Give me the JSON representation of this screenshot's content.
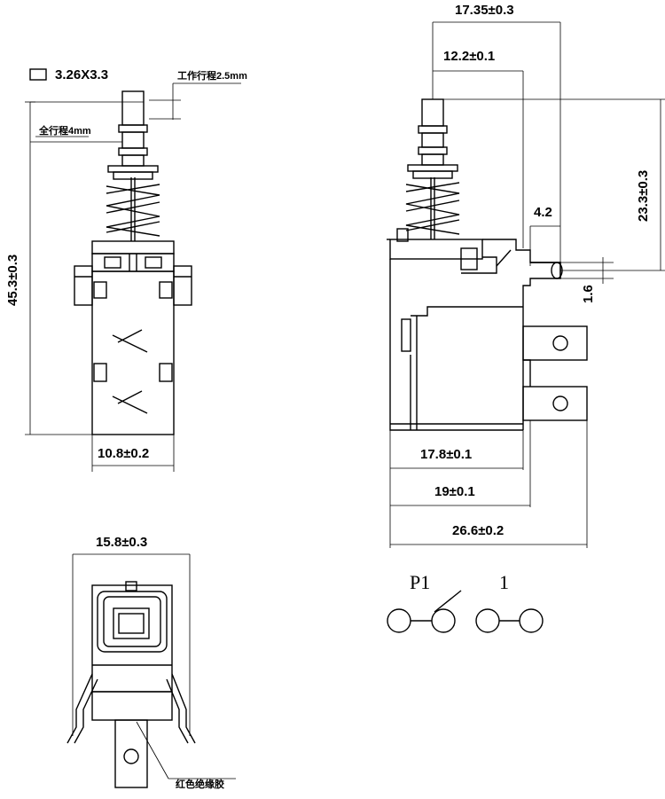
{
  "front_view": {
    "button_size_label": "3.26X3.3",
    "working_travel_label": "工作行程2.5mm",
    "full_travel_label": "全行程4mm",
    "height_label": "45.3±0.3",
    "width_label": "10.8±0.2"
  },
  "side_view": {
    "overall_top_label": "17.35±0.3",
    "mid_top_label": "12.2±0.1",
    "right_height_label": "23.3±0.3",
    "step_label": "4.2",
    "thickness_label": "1.6",
    "body_label": "17.8±0.1",
    "body_total_label": "19±0.1",
    "overall_length_label": "26.6±0.2"
  },
  "bottom_view": {
    "width_label": "15.8±0.3",
    "insulation_note": "红色绝缘胶"
  },
  "schematic": {
    "label_left": "P1",
    "label_right": "1"
  }
}
